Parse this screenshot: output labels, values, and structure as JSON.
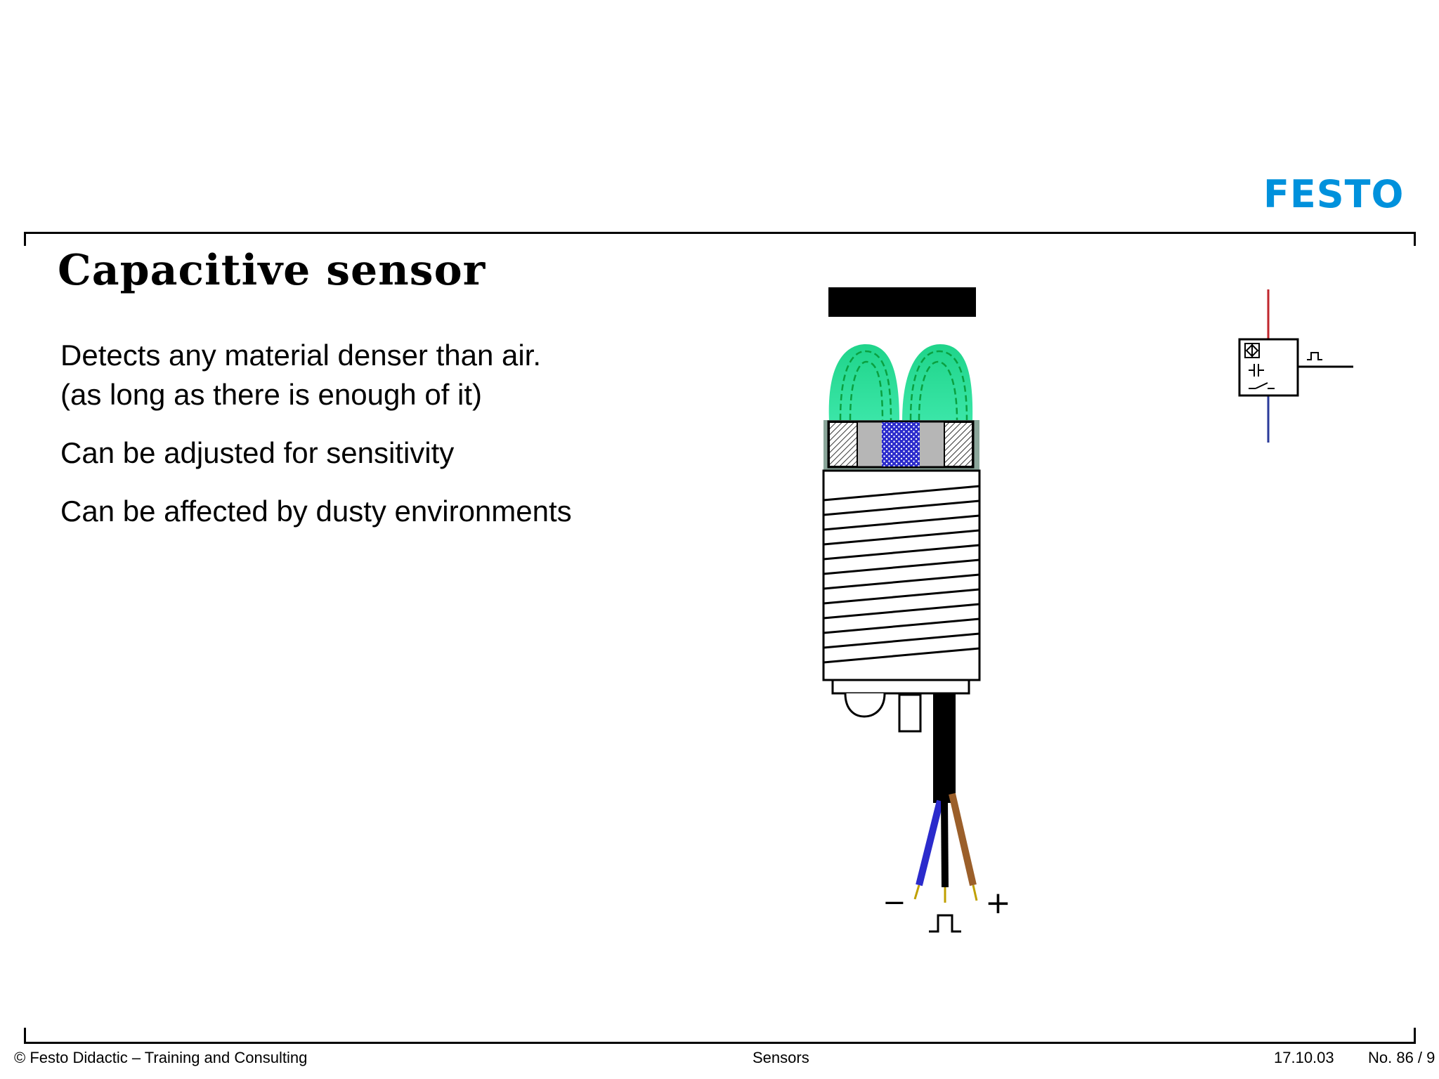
{
  "brand": {
    "logo_text": "FESTO",
    "logo_color": "#0091dc"
  },
  "slide": {
    "title": "Capacitive sensor",
    "bullets": [
      {
        "lines": [
          "Detects any material denser than air.",
          "(as long as there is enough of it)"
        ]
      },
      {
        "lines": [
          "Can be adjusted for sensitivity"
        ]
      },
      {
        "lines": [
          "Can be affected by dusty environments"
        ]
      }
    ]
  },
  "diagram": {
    "minus_label": "−",
    "plus_label": "+",
    "wire_colors": {
      "blue": "#2b2bcc",
      "black": "#000000",
      "brown": "#9b5f2a"
    },
    "field_color": "#1fd48a",
    "symbol_colors": {
      "top_line": "#c0262d",
      "bottom_line": "#2a3a9a"
    }
  },
  "footer": {
    "copyright": "© Festo Didactic – Training and Consulting",
    "topic": "Sensors",
    "date": "17.10.03",
    "page": "No. 86 / 9"
  }
}
